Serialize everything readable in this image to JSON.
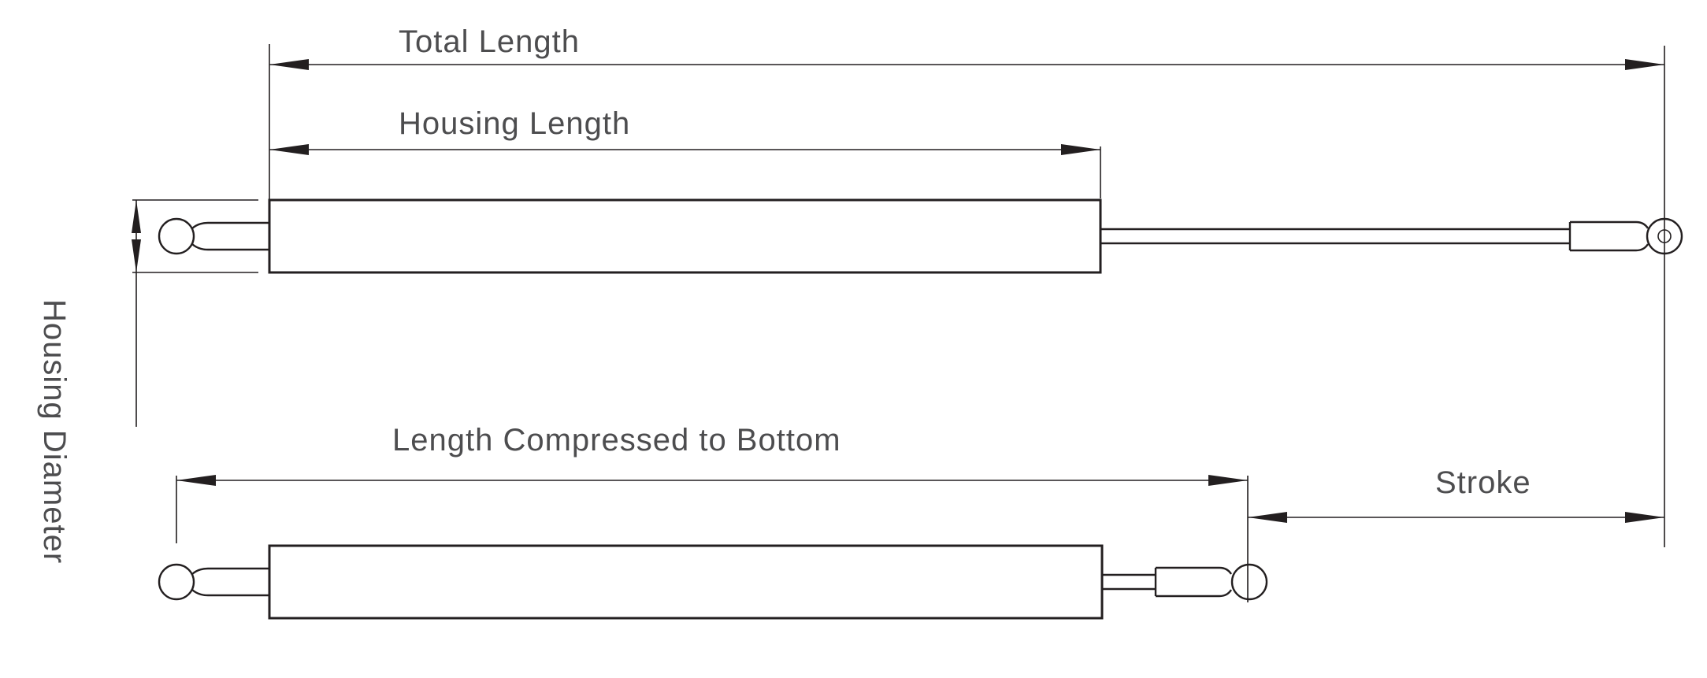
{
  "labels": {
    "total_length": "Total Length",
    "housing_length": "Housing Length",
    "housing_diameter": "Housing Diameter",
    "length_compressed": "Length Compressed to Bottom",
    "stroke": "Stroke"
  },
  "colors": {
    "line": "#231f20",
    "text": "#4d4d4f",
    "background": "#ffffff"
  }
}
